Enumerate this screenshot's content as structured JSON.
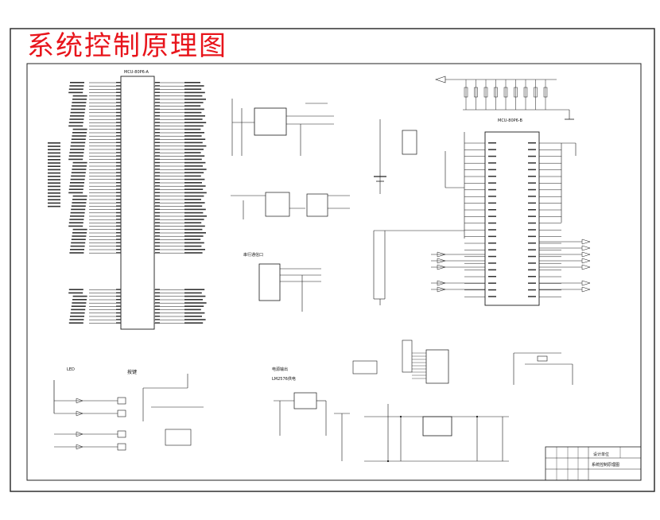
{
  "title": "系统控制原理图",
  "mcu_a": {
    "label": "MCU-80P6-A"
  },
  "mcu_b": {
    "label": "MCU-80P6-B"
  },
  "serial_label": "串行通信口",
  "led_label": "LED",
  "keys_label": "按键",
  "power_label_1": "电源输出",
  "power_label_2": "LM2576供电",
  "title_block": {
    "org": "设计单位",
    "drawing": "系统控制原理图"
  },
  "colors": {
    "ink": "#111111",
    "title": "#e8141b",
    "background": "#ffffff"
  }
}
